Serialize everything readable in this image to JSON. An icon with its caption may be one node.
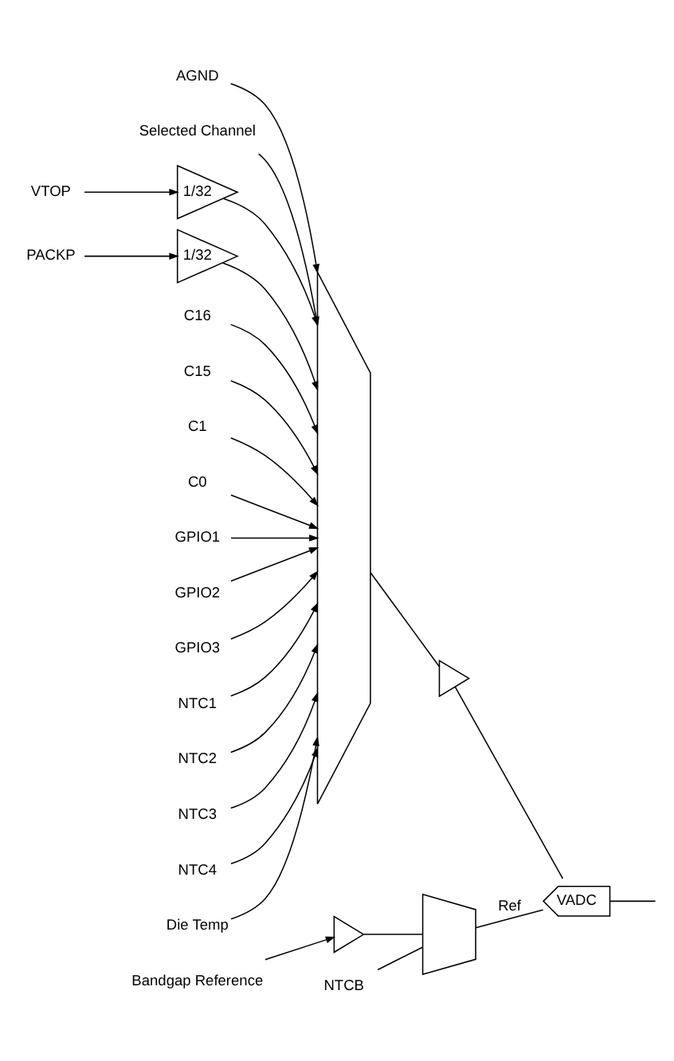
{
  "diagram": {
    "nodes": [
      {
        "text": [
          "Selected Channel"
        ]
      },
      {
        "text": [
          "VTOP"
        ]
      },
      {
        "text": [
          "PACKP"
        ]
      },
      {
        "text": [
          "1/32"
        ]
      },
      {
        "text": [
          "1/32"
        ]
      },
      {
        "text": [
          "C16"
        ]
      },
      {
        "text": [
          "C15"
        ]
      },
      {
        "text": [
          "C1"
        ]
      },
      {
        "text": [
          "C0"
        ]
      },
      {
        "text": [
          "GPIO1"
        ]
      },
      {
        "text": [
          "GPIO2"
        ]
      },
      {
        "text": [
          "GPIO3"
        ]
      },
      {
        "text": [
          "NTC1"
        ]
      },
      {
        "text": [
          "NTC2"
        ]
      },
      {
        "text": [
          "NTC3"
        ]
      },
      {
        "text": [
          "NTC4"
        ]
      },
      {
        "text": [
          "Die Temp"
        ]
      },
      {
        "text": [
          "AGND"
        ]
      },
      {
        "text": [],
        "shape": "trapezoid"
      },
      {
        "text": [],
        "shape": "triangle"
      },
      {
        "text": [
          "VADC"
        ]
      },
      {
        "text": [
          "Bandgap Reference"
        ]
      },
      {
        "text": [],
        "shape": "triangle"
      },
      {
        "text": [
          "NTCB"
        ]
      },
      {
        "text": [],
        "shape": "trapezoid"
      }
    ],
    "edges": [
      {
        "from": 0,
        "to": 18,
        "arrow": "to"
      },
      {
        "from": 1,
        "to": 3,
        "arrow": "to"
      },
      {
        "from": 2,
        "to": 4,
        "arrow": "to"
      },
      {
        "from": 3,
        "to": 18,
        "arrow": "to"
      },
      {
        "from": 4,
        "to": 18,
        "arrow": "to"
      },
      {
        "from": 5,
        "to": 18,
        "arrow": "to"
      },
      {
        "from": 6,
        "to": 18,
        "arrow": "to"
      },
      {
        "from": 7,
        "to": 18,
        "arrow": "to"
      },
      {
        "from": 8,
        "to": 18,
        "arrow": "to"
      },
      {
        "from": 9,
        "to": 18,
        "arrow": "to"
      },
      {
        "from": 10,
        "to": 18,
        "arrow": "to"
      },
      {
        "from": 11,
        "to": 18,
        "arrow": "to"
      },
      {
        "from": 12,
        "to": 18,
        "arrow": "to"
      },
      {
        "from": 13,
        "to": 18,
        "arrow": "to"
      },
      {
        "from": 14,
        "to": 18,
        "arrow": "to"
      },
      {
        "from": 15,
        "to": 18,
        "arrow": "to"
      },
      {
        "from": 16,
        "to": 18,
        "arrow": "to"
      },
      {
        "from": 17,
        "to": 18,
        "arrow": "to"
      },
      {
        "from": 18,
        "to": 19,
        "arrow": "none"
      },
      {
        "from": 19,
        "to": 20,
        "arrow": "none"
      },
      {
        "from": 21,
        "to": 22,
        "arrow": "to"
      },
      {
        "from": 22,
        "to": 24,
        "arrow": "none"
      },
      {
        "from": 23,
        "to": 24,
        "arrow": "none"
      },
      {
        "from": 24,
        "to": 20,
        "arrow": "none",
        "label": "Ref"
      },
      {
        "from": 20,
        "to": null,
        "arrow": "none"
      }
    ]
  }
}
